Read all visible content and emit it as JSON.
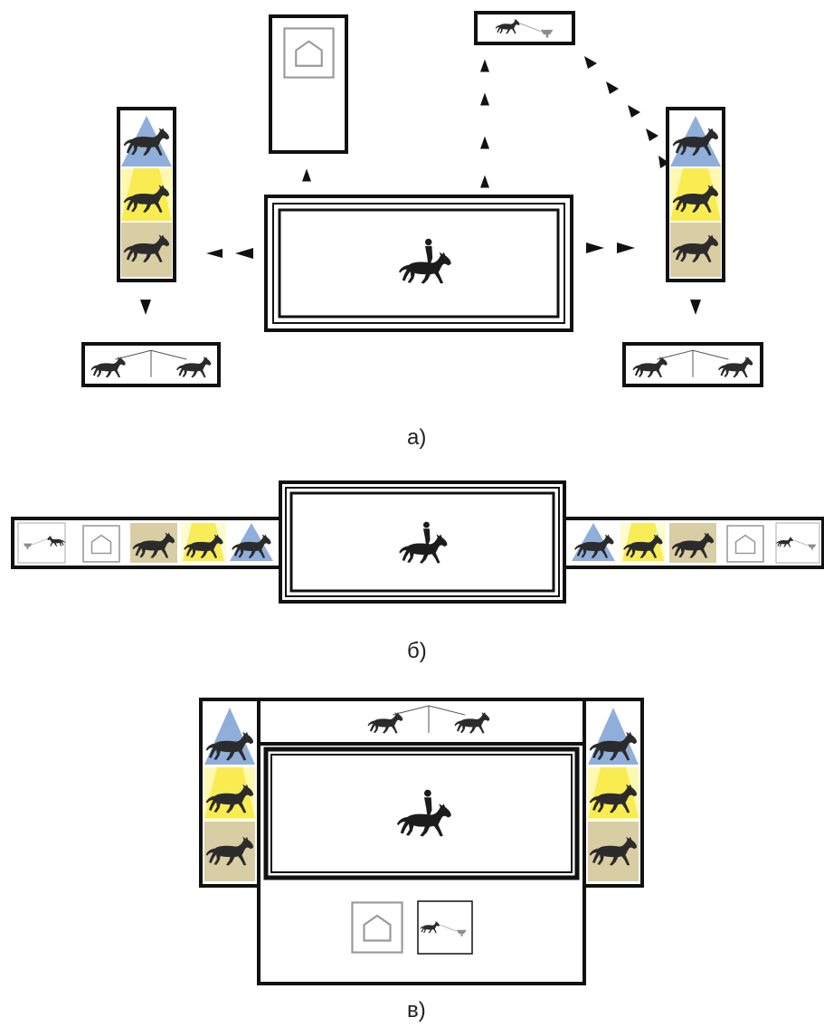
{
  "figure": {
    "captions": {
      "a": "а)",
      "b": "б)",
      "c": "в)"
    }
  },
  "icons": {
    "arena": "rider-on-horse-icon",
    "stable": "stable-building-icon",
    "paddock": "horse-with-feeder-icon",
    "walker": "horse-walker-icon",
    "treadmill": "horse-under-light-icon",
    "solarium": "horse-under-lamp-icon",
    "box": "horse-on-sand-icon"
  },
  "colors": {
    "frame": "#111111",
    "horse": "#2b2b2b",
    "rider": "#1c1c1c",
    "blue_light": "#5a7fc0",
    "yellow_light": "#f6e93a",
    "sand": "#d9cda4",
    "grey_icon": "#8c8c8c"
  }
}
